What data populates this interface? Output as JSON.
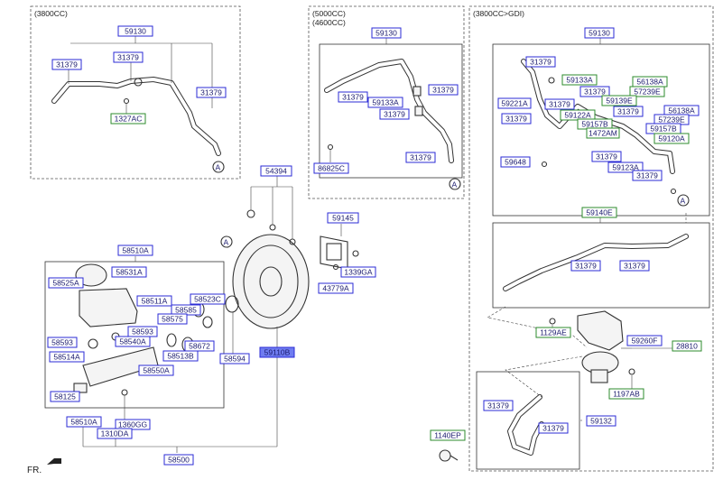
{
  "sections": {
    "top_left": "(3800CC)",
    "top_mid_1": "(5000CC)",
    "top_mid_2": "(4600CC)",
    "top_right": "(3800CC>GDI)"
  },
  "ref_marks": {
    "a": "A"
  },
  "fr_label": "FR.",
  "parts": {
    "p_59130_a": "59130",
    "p_31379_a1": "31379",
    "p_31379_a2": "31379",
    "p_31379_a3": "31379",
    "p_1327ac": "1327AC",
    "p_59130_b": "59130",
    "p_31379_b1": "31379",
    "p_31379_b2": "31379",
    "p_59133a_b": "59133A",
    "p_31379_b3": "31379",
    "p_31379_b4": "31379",
    "p_86825c": "86825C",
    "p_59130_c": "59130",
    "p_31379_c1": "31379",
    "p_59133a_c": "59133A",
    "p_56138a_1": "56138A",
    "p_31379_c2": "31379",
    "p_57239e_1": "57239E",
    "p_59221a": "59221A",
    "p_31379_c3": "31379",
    "p_59139e": "59139E",
    "p_59122a": "59122A",
    "p_31379_c4": "31379",
    "p_56138a_2": "56138A",
    "p_31379_c5": "31379",
    "p_59157b_1": "59157B",
    "p_57239e_2": "57239E",
    "p_1472am": "1472AM",
    "p_59157b_2": "59157B",
    "p_59120a": "59120A",
    "p_59648": "59648",
    "p_31379_c6": "31379",
    "p_59123a": "59123A",
    "p_31379_c7": "31379",
    "p_59140e": "59140E",
    "p_31379_c8": "31379",
    "p_31379_c9": "31379",
    "p_54394": "54394",
    "p_59145": "59145",
    "p_1339ga": "1339GA",
    "p_43779a": "43779A",
    "p_58510a_top": "58510A",
    "p_58531a": "58531A",
    "p_58525a": "58525A",
    "p_58511a": "58511A",
    "p_58523c": "58523C",
    "p_58585": "58585",
    "p_58575": "58575",
    "p_58593_1": "58593",
    "p_58593_2": "58593",
    "p_58540a": "58540A",
    "p_58672": "58672",
    "p_58514a": "58514A",
    "p_58513b": "58513B",
    "p_58550a": "58550A",
    "p_58594": "58594",
    "p_59110b": "59110B",
    "p_58125": "58125",
    "p_58510a_bot": "58510A",
    "p_1360gg": "1360GG",
    "p_1310da": "1310DA",
    "p_58500": "58500",
    "p_1129ae": "1129AE",
    "p_59260f": "59260F",
    "p_28810": "28810",
    "p_1197ab": "1197AB",
    "p_31379_d1": "31379",
    "p_31379_d2": "31379",
    "p_59132": "59132",
    "p_1140ep": "1140EP"
  },
  "colors": {
    "blue_box": "#2b2bd6",
    "green_box": "#2e8b2e",
    "highlight_fill": "#6f7cf0"
  }
}
